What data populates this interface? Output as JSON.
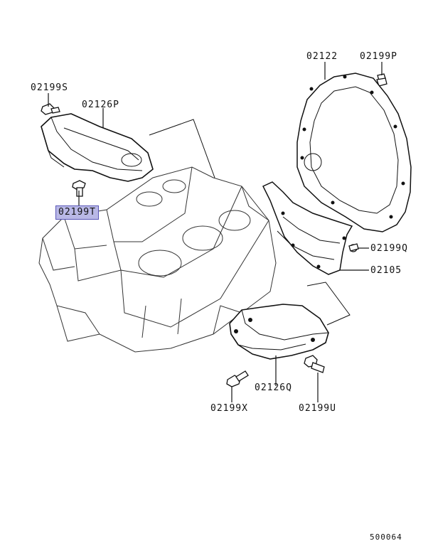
{
  "diagram": {
    "labels": {
      "p02199S": "02199S",
      "p02126P": "02126P",
      "p02199T": "02199T",
      "p02122": "02122",
      "p02199P": "02199P",
      "p02199Q": "02199Q",
      "p02105": "02105",
      "p02126Q": "02126Q",
      "p02199X": "02199X",
      "p02199U": "02199U"
    },
    "highlighted_part": "02199T",
    "highlight_color": "#b9b8e6",
    "figure_number": "500064"
  }
}
